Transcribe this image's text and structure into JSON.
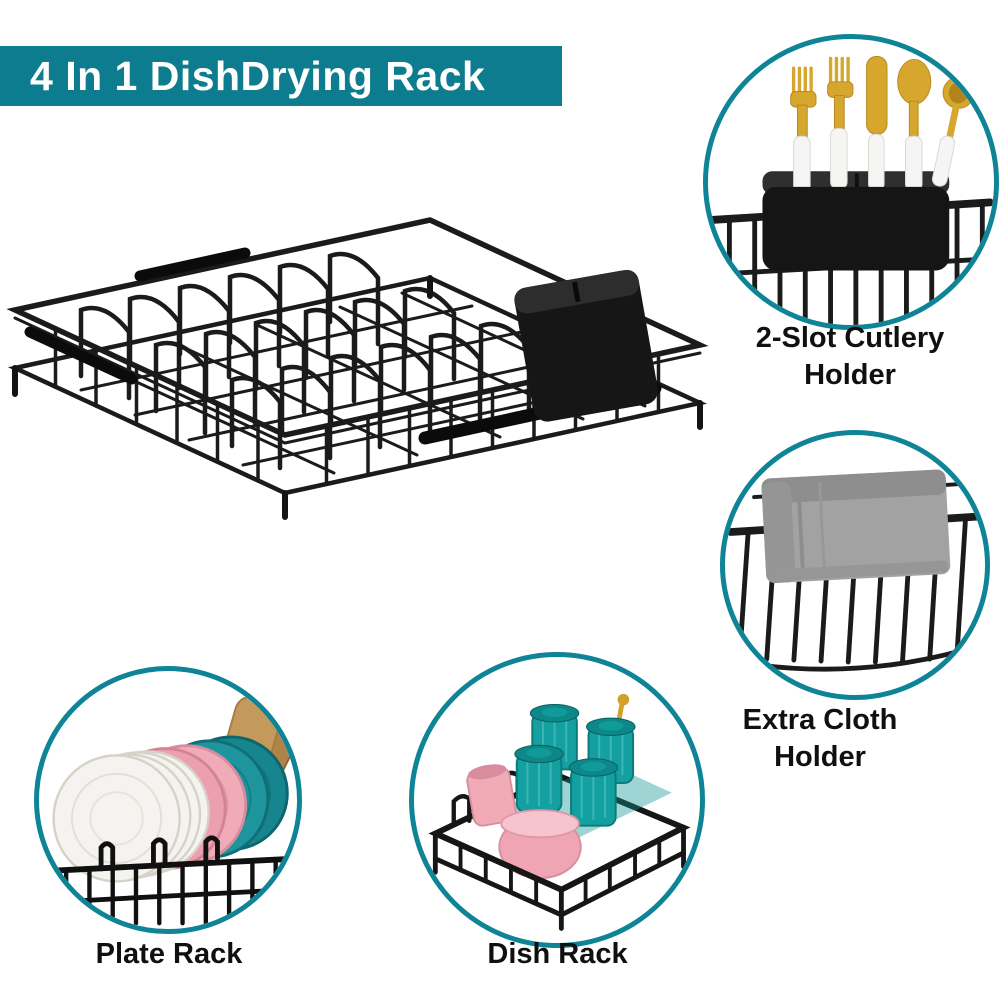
{
  "banner": {
    "title": "4 In 1 DishDrying Rack",
    "bg_color": "#0d7c8e",
    "text_color": "#ffffff"
  },
  "callouts": {
    "cutlery": {
      "line1": "2-Slot Cutlery",
      "line2": "Holder"
    },
    "cloth": {
      "line1": "Extra Cloth",
      "line2": "Holder"
    },
    "plate": {
      "label": "Plate Rack"
    },
    "dish": {
      "label": "Dish Rack"
    }
  },
  "colors": {
    "accent_teal": "#0e8496",
    "label_text": "#101010",
    "product_black": "#161616",
    "cutlery_gold": "#d6a62e",
    "cloth_gray": "#a2a2a2",
    "plate_pink": "#efa5b3",
    "plate_teal": "#1d939b",
    "plate_white": "#f5f3ef",
    "board_wood": "#c49a5c"
  }
}
